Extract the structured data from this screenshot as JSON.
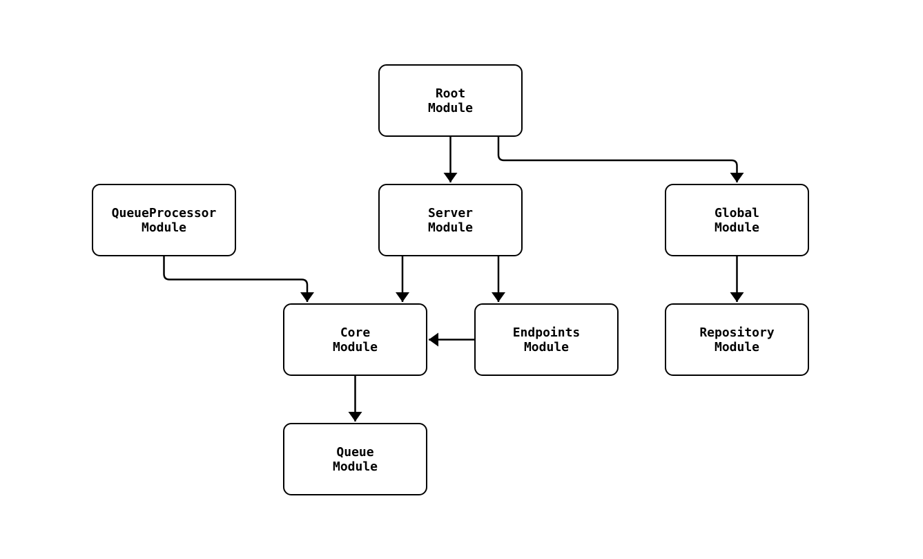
{
  "diagram": {
    "type": "module-dependency-graph",
    "colors": {
      "background": "#ffffff",
      "node_fill": "#ffffff",
      "stroke": "#000000",
      "text": "#000000"
    },
    "nodes": [
      {
        "id": "root",
        "label": "Root\nModule"
      },
      {
        "id": "queueprocessor",
        "label": "QueueProcessor\nModule"
      },
      {
        "id": "server",
        "label": "Server\nModule"
      },
      {
        "id": "global",
        "label": "Global\nModule"
      },
      {
        "id": "core",
        "label": "Core\nModule"
      },
      {
        "id": "endpoints",
        "label": "Endpoints\nModule"
      },
      {
        "id": "repository",
        "label": "Repository\nModule"
      },
      {
        "id": "queue",
        "label": "Queue\nModule"
      }
    ],
    "edges": [
      {
        "from": "Root Module",
        "to": "Server Module"
      },
      {
        "from": "Root Module",
        "to": "Global Module"
      },
      {
        "from": "QueueProcessor Module",
        "to": "Core Module"
      },
      {
        "from": "Server Module",
        "to": "Core Module"
      },
      {
        "from": "Server Module",
        "to": "Endpoints Module"
      },
      {
        "from": "Endpoints Module",
        "to": "Core Module"
      },
      {
        "from": "Global Module",
        "to": "Repository Module"
      },
      {
        "from": "Core Module",
        "to": "Queue Module"
      }
    ]
  }
}
